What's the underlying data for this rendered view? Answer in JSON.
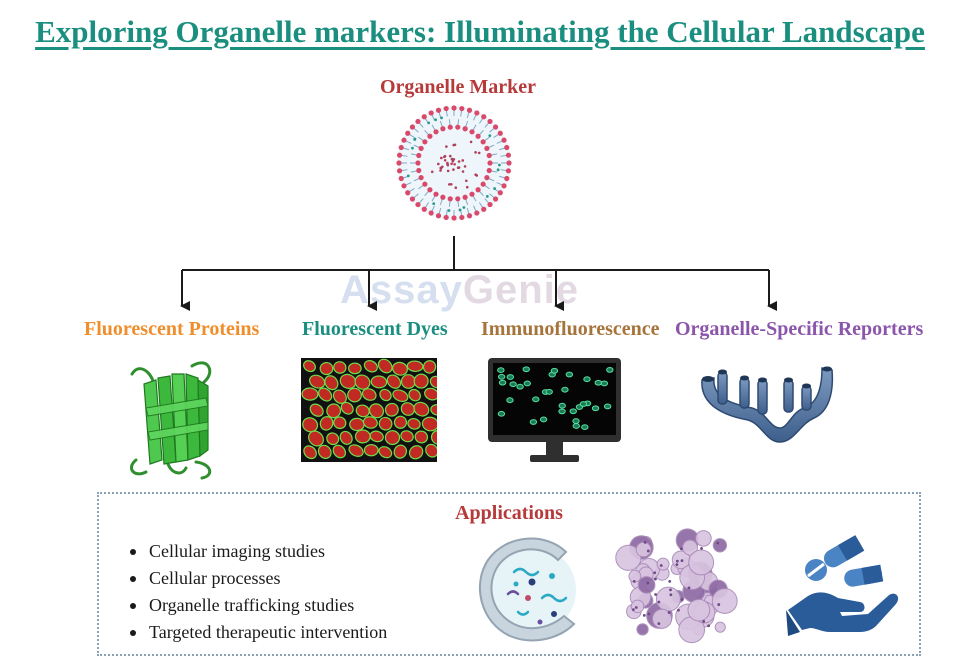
{
  "title": "Exploring Organelle markers: Illuminating the Cellular Landscape",
  "root": {
    "label": "Organelle Marker"
  },
  "branches": [
    {
      "label": "Fluorescent Proteins"
    },
    {
      "label": "Fluorescent Dyes"
    },
    {
      "label": "Immunofluorescence"
    },
    {
      "label": "Organelle-Specific Reporters"
    }
  ],
  "applications": {
    "title": "Applications",
    "items": [
      "Cellular imaging studies",
      "Cellular processes",
      "Organelle trafficking studies",
      "Targeted therapeutic intervention"
    ]
  },
  "watermark": {
    "part1": "Assay",
    "part2": "Genie"
  },
  "colors": {
    "teal": "#1a8f80",
    "red": "#b63a3a",
    "orange": "#ef8e2c",
    "brown": "#a6743b",
    "purple": "#8a55aa"
  },
  "icons": [
    "liposome-icon",
    "gfp-protein-icon",
    "cell-stain-icon",
    "monitor-icon",
    "reporter-molecule-icon",
    "vesicle-icon",
    "cells-cluster-icon",
    "hand-pills-icon"
  ]
}
